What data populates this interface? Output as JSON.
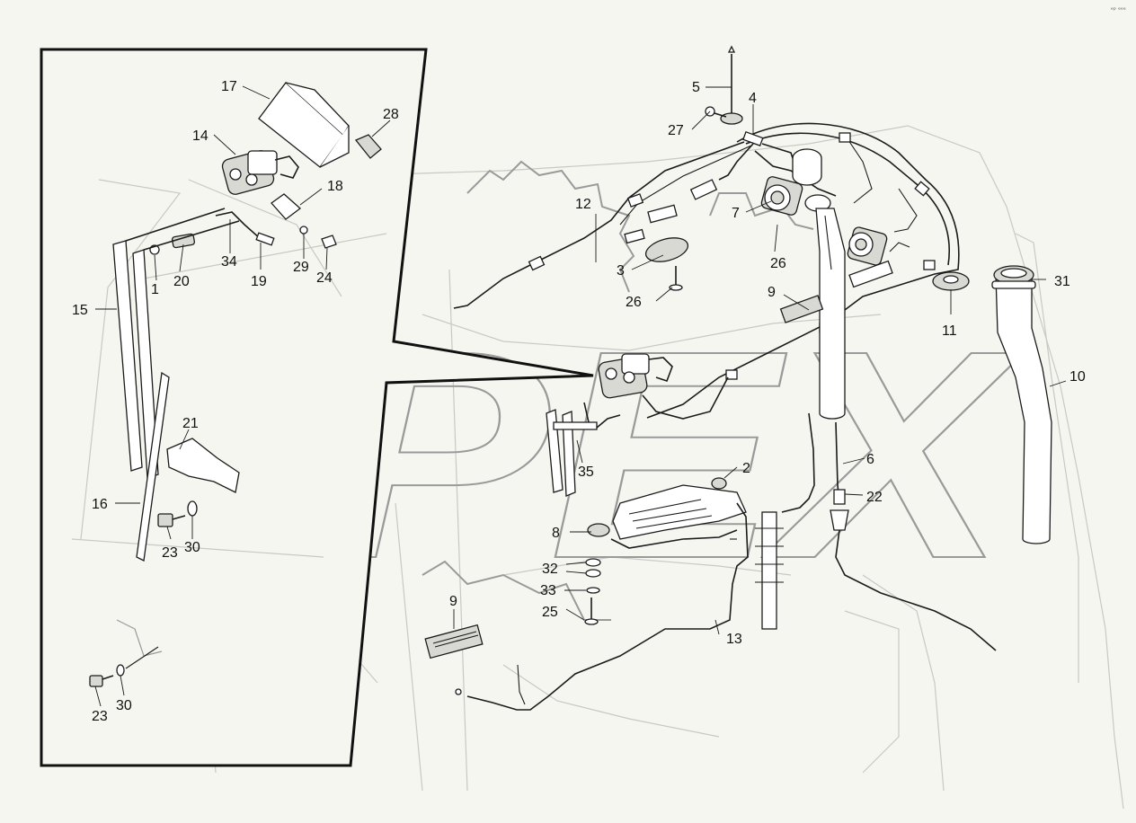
{
  "watermark": {
    "text": "OPEX"
  },
  "corner_mark": {
    "text": "ᵉᵖ ᵉᵉᵉ"
  },
  "callouts": {
    "c1": "1",
    "c2": "2",
    "c3": "3",
    "c4": "4",
    "c5": "5",
    "c6": "6",
    "c7": "7",
    "c8": "8",
    "c9a": "9",
    "c9b": "9",
    "c10": "10",
    "c11": "11",
    "c12": "12",
    "c13": "13",
    "c14": "14",
    "c15": "15",
    "c16": "16",
    "c17": "17",
    "c18": "18",
    "c19": "19",
    "c20": "20",
    "c21": "21",
    "c22": "22",
    "c23a": "23",
    "c23b": "23",
    "c24": "24",
    "c25": "25",
    "c26a": "26",
    "c26b": "26",
    "c27": "27",
    "c28": "28",
    "c29": "29",
    "c30a": "30",
    "c30b": "30",
    "c31": "31",
    "c32": "32",
    "c33": "33",
    "c34": "34",
    "c35": "35"
  }
}
